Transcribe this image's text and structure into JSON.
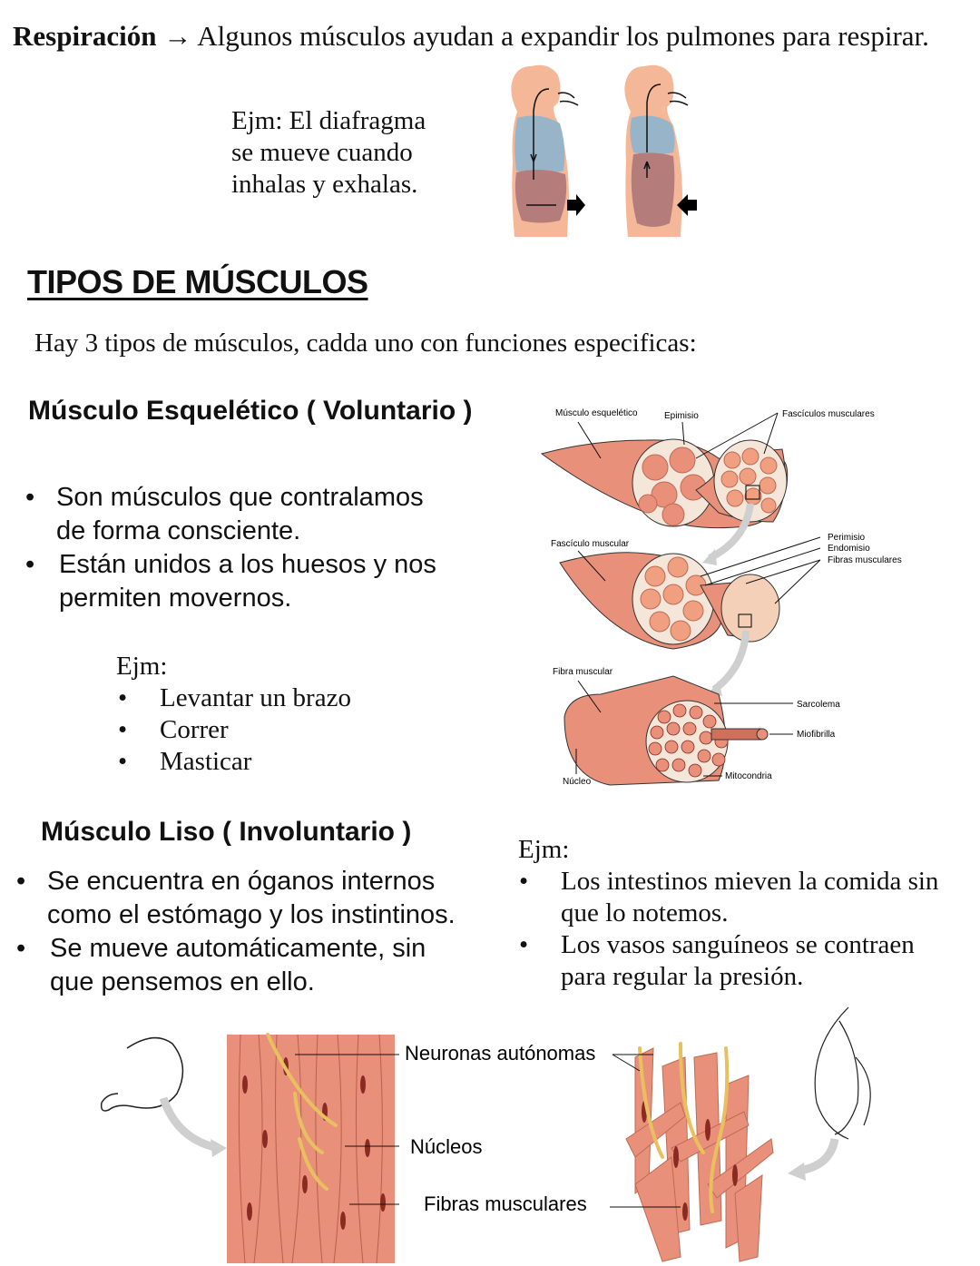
{
  "respiration": {
    "term": "Respiración",
    "arrow": "→",
    "description": "Algunos músculos ayudan a expandir los pulmones para respirar.",
    "example_lines": [
      "Ejm: El diafragma",
      "se mueve cuando",
      "inhalas y exhalas."
    ]
  },
  "section": {
    "title": "TIPOS DE MÚSCULOS",
    "intro": "Hay 3 tipos de músculos, cadda uno con funciones especificas:"
  },
  "skeletal": {
    "heading": "Músculo Esquelético ( Voluntario )",
    "bullets": [
      [
        "Son músculos que contralamos",
        "de forma consciente."
      ],
      [
        "Están unidos a los huesos y nos",
        "permiten movernos."
      ]
    ],
    "example_label": "Ejm:",
    "examples": [
      "Levantar un brazo",
      "Correr",
      "Masticar"
    ],
    "diagram_labels": {
      "musculo_esqueletico": "Músculo esquelético",
      "epimisio": "Epimisio",
      "fasciculos": "Fascículos musculares",
      "fasciculo": "Fascículo muscular",
      "perimisio": "Perimisio",
      "endomisio": "Endomisio",
      "fibras": "Fibras musculares",
      "fibra": "Fibra muscular",
      "sarcolema": "Sarcolema",
      "miofibrilla": "Miofibrilla",
      "mitocondria": "Mitocondria",
      "nucleo": "Núcleo"
    }
  },
  "smooth": {
    "heading": "Músculo Liso ( Involuntario )",
    "bullets": [
      [
        "Se encuentra en óganos internos",
        "como el estómago y los instintinos."
      ],
      [
        "Se mueve automáticamente, sin",
        "que pensemos en ello."
      ]
    ],
    "example_label": "Ejm:",
    "examples": [
      [
        "Los intestinos mieven la comida sin",
        "que lo notemos."
      ],
      [
        "Los vasos sanguíneos se contraen",
        "para regular la presión."
      ]
    ],
    "diagram_labels": {
      "neuronas": "Neuronas autónomas",
      "nucleos": "Núcleos",
      "fibras": "Fibras musculares"
    }
  },
  "bullet_char": "•",
  "colors": {
    "muscle": "#e8907a",
    "muscle_dark": "#d0705a",
    "skin": "#f4b899",
    "lung": "#97b4c8",
    "diaphragm": "#b57c7c",
    "nucleus": "#8b2a22",
    "nerve": "#e8c060",
    "arrow_gray": "#c8c8c8"
  }
}
